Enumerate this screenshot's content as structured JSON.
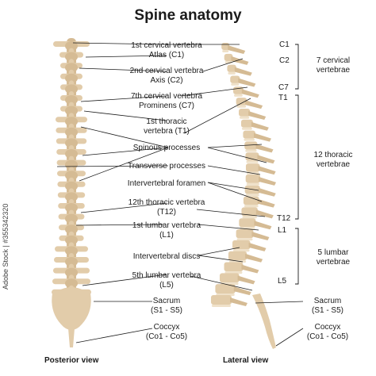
{
  "title": "Spine anatomy",
  "views": {
    "posterior": "Posterior view",
    "lateral": "Lateral view"
  },
  "labels": {
    "c1_a": "1st cervical vertebra",
    "c1_b": "Atlas (C1)",
    "c2_a": "2nd cervical vertebra",
    "c2_b": "Axis (C2)",
    "c7_a": "7th cervical vertebra",
    "c7_b": "Prominens (C7)",
    "t1_a": "1st thoracic",
    "t1_b": "vertebra (T1)",
    "spinous": "Spinous processes",
    "transverse": "Transverse processes",
    "foramen": "Intervertebral foramen",
    "t12_a": "12th thoracic vertebra",
    "t12_b": "(T12)",
    "l1_a": "1st lumbar vertebra",
    "l1_b": "(L1)",
    "discs": "Intervertebral discs",
    "l5_a": "5th lumbar vertebra",
    "l5_b": "(L5)",
    "sacrum_a": "Sacrum",
    "sacrum_b": "(S1 - S5)",
    "coccyx_a": "Coccyx",
    "coccyx_b": "(Co1 - Co5)"
  },
  "markers": {
    "c1": "C1",
    "c2": "C2",
    "c7": "C7",
    "t1": "T1",
    "t12": "T12",
    "l1": "L1",
    "l5": "L5"
  },
  "regions": {
    "cervical_a": "7 cervical",
    "cervical_b": "vertebrae",
    "thoracic_a": "12 thoracic",
    "thoracic_b": "vertebrae",
    "lumbar_a": "5 lumbar",
    "lumbar_b": "vertebrae"
  },
  "right": {
    "sacrum_a": "Sacrum",
    "sacrum_b": "(S1 - S5)",
    "coccyx_a": "Coccyx",
    "coccyx_b": "(Co1 - Co5)"
  },
  "stock_id": "Adobe Stock | #355342320",
  "colors": {
    "bone": "#e2ccaa",
    "bone_dark": "#d5bb94",
    "disc": "#efe1c9",
    "line": "#1b1b1b"
  }
}
